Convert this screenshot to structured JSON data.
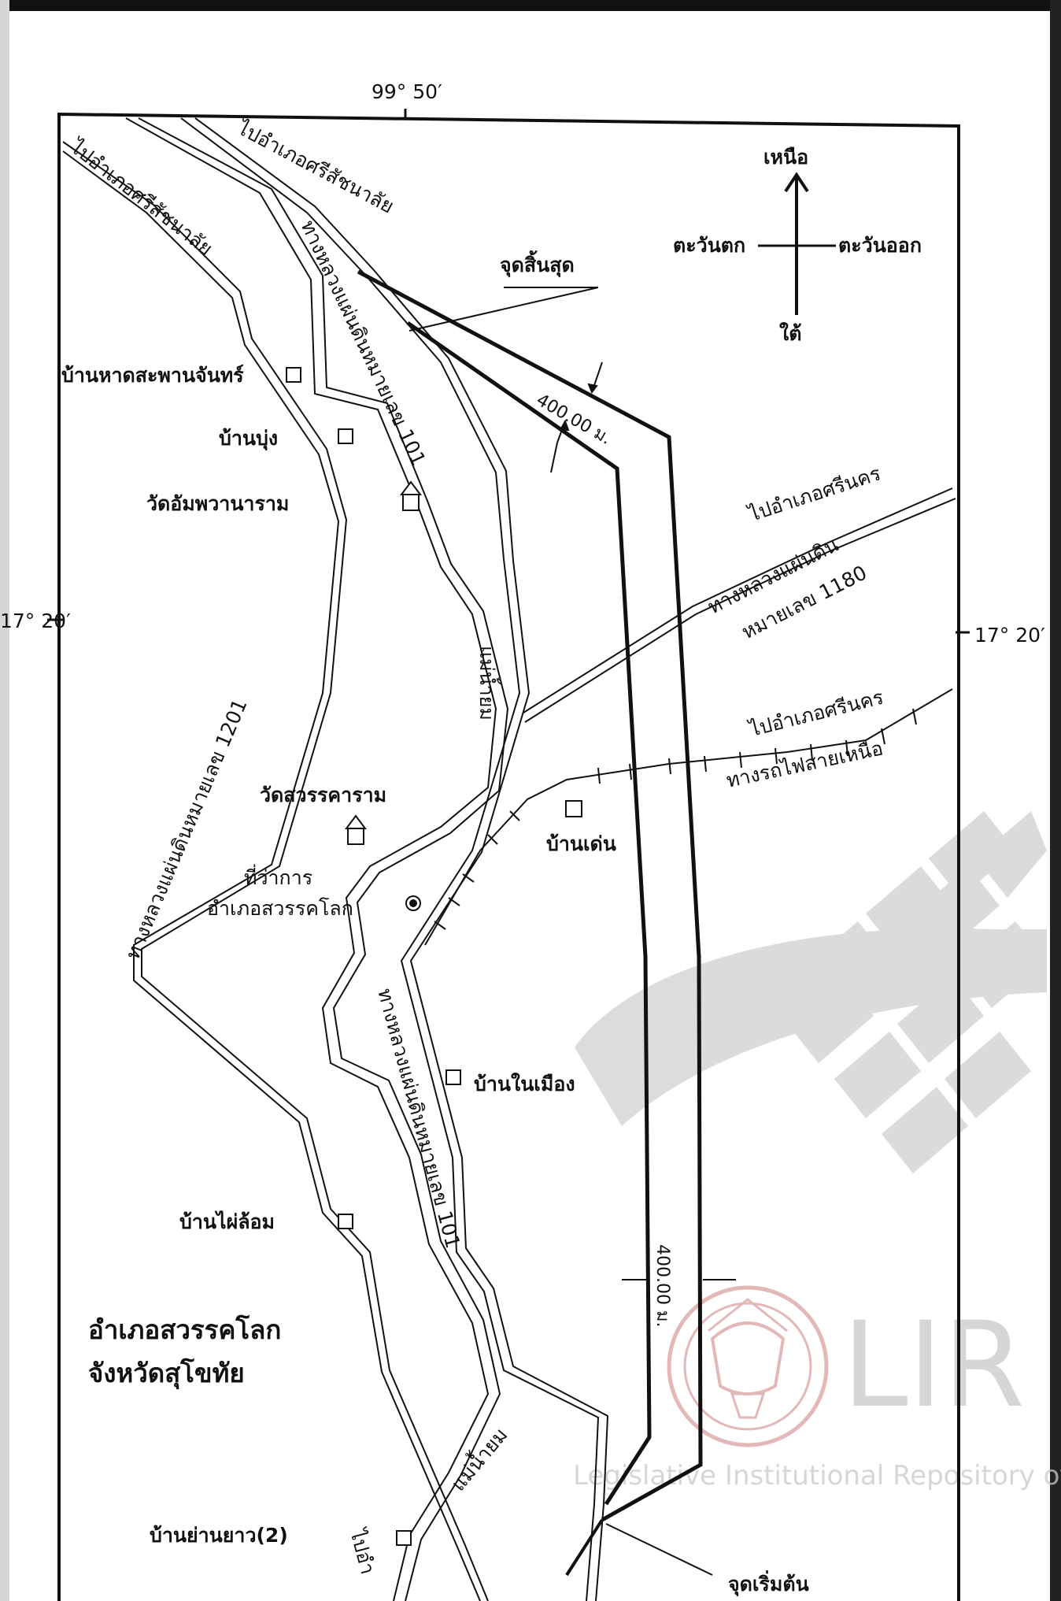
{
  "coordinates": {
    "longitude_top": "99° 50′",
    "latitude_left": "17° 20′",
    "latitude_right": "17° 20′"
  },
  "compass": {
    "north": "เหนือ",
    "south": "ใต้",
    "west": "ตะวันตก",
    "east": "ตะวันออก"
  },
  "points": {
    "end_point": "จุดสิ้นสุด",
    "start_point": "จุดเริ่มต้น"
  },
  "distances": {
    "top": "400.00 ม.",
    "bottom": "400.00 ม."
  },
  "roads": {
    "to_si_satchanalai_left": "ไปอำเภอศรีสัชนาลัย",
    "to_si_satchanalai_right": "ไปอำเภอศรีสัชนาลัย",
    "highway_101_top": "ทางหลวงแผ่นดินหมายเลข 101",
    "highway_101_bottom": "ทางหลวงแผ่นดินหมายเลข 101",
    "highway_1201": "ทางหลวงแผ่นดินหมายเลข 1201",
    "highway_1180_line1": "ทางหลวงแผ่นดิน",
    "highway_1180_line2": "หมายเลข 1180",
    "to_si_nakhon_upper": "ไปอำเภอศรีนคร",
    "to_si_nakhon_lower": "ไปอำเภอศรีนคร",
    "northern_railway": "ทางรถไฟสายเหนือ",
    "to_bottom_left": "ไปอำ"
  },
  "rivers": {
    "mae_yom_upper": "แม่น้ำยม",
    "mae_yom_lower": "แม่น้ำยม"
  },
  "places": {
    "ban_hat_saphan_chan": "บ้านหาดสะพานจันทร์",
    "ban_bung": "บ้านบุ่ง",
    "wat_amphawanaram": "วัดอัมพวานาราม",
    "wat_sawankharam": "วัดสวรรคาราม",
    "district_office_line1": "ที่ว่าการ",
    "district_office_line2": "อำเภอสวรรคโลก",
    "ban_den": "บ้านเด่น",
    "ban_nai_mueang": "บ้านในเมือง",
    "ban_phai_lom": "บ้านไผ่ล้อม",
    "ban_yan_yao": "บ้านย่านยาว(2)"
  },
  "region": {
    "district": "อำเภอสวรรคโลก",
    "province": "จังหวัดสุโขทัย"
  },
  "watermark": {
    "text": "Legislative Institutional Repository of",
    "logo_letters": "LIR"
  },
  "colors": {
    "ink": "#111111",
    "watermark_gray": "#c9c9c9",
    "seal_red": "#d9a1a1"
  }
}
